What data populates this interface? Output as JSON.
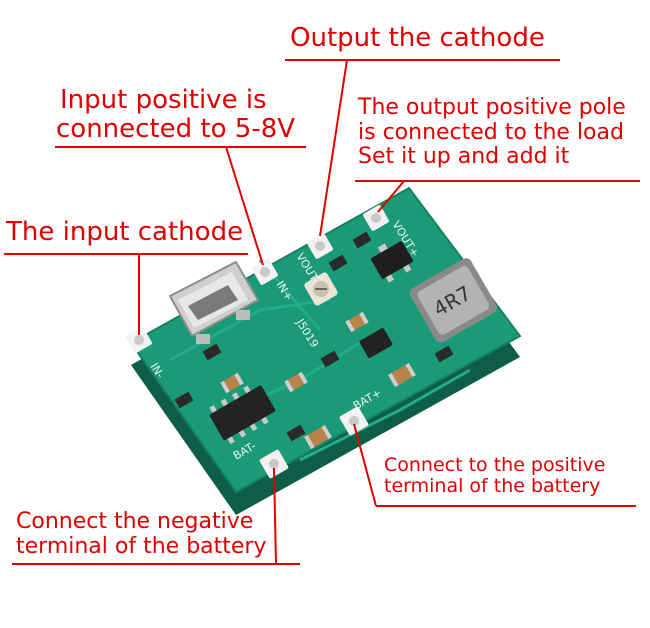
{
  "labels": {
    "output_cathode": "Output the cathode",
    "input_positive": [
      "Input positive is",
      "connected to 5-8V"
    ],
    "output_positive": [
      "The output positive pole",
      "is connected to the load",
      "Set it up and add it"
    ],
    "input_cathode": "The input cathode",
    "bat_positive": [
      "Connect to the positive",
      "terminal of the battery"
    ],
    "bat_negative": [
      "Connect the negative",
      "terminal of the battery"
    ]
  },
  "silkscreen": {
    "in_minus": "IN-",
    "in_plus": "IN+",
    "vout_minus": "VOUT-",
    "vout_plus": "VOUT+",
    "bat_minus": "BAT-",
    "bat_plus": "BAT+",
    "board_code": "J5019"
  },
  "components": {
    "inductor_marking": "4R7"
  },
  "colors": {
    "annotation": "#e00000",
    "pcb": "#1b9a78",
    "pcb_edge": "#0f6b52"
  }
}
